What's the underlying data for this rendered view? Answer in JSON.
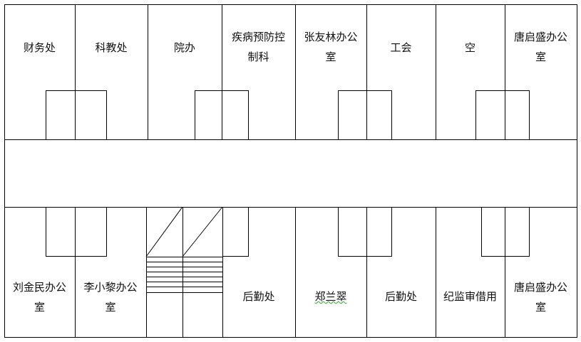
{
  "top_rooms": [
    {
      "label": "财务处"
    },
    {
      "label": "科教处"
    },
    {
      "label": "院办"
    },
    {
      "label": "疾病预防控\n制科"
    },
    {
      "label": "张友林办公\n室"
    },
    {
      "label": "工会"
    },
    {
      "label": "空"
    },
    {
      "label": "唐启盛办公\n室"
    }
  ],
  "bottom_rooms": [
    {
      "label": "刘金民办公\n室"
    },
    {
      "label": "李小黎办公\n室"
    },
    {
      "label": "后勤处"
    },
    {
      "label": "郑兰翠"
    },
    {
      "label": "后勤处"
    },
    {
      "label": "纪监审借用"
    },
    {
      "label": "唐启盛办公\n室"
    }
  ]
}
